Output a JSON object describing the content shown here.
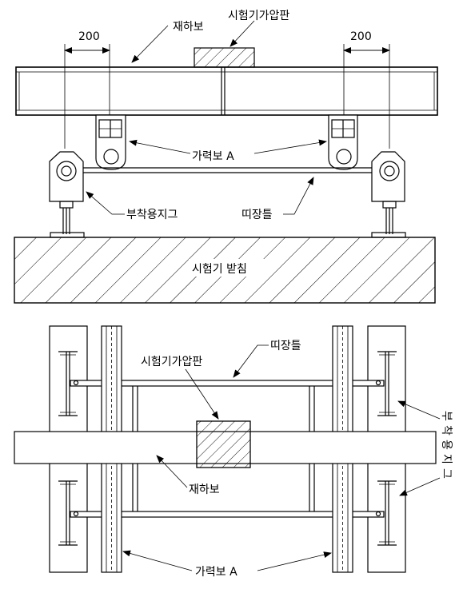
{
  "labels": {
    "top_load_beam": "재하보",
    "top_press_plate": "시험기가압판",
    "top_dim_left": "200",
    "top_dim_right": "200",
    "top_beam_a": "가력보 A",
    "top_jig": "부착용지그",
    "top_strip": "띠장틀",
    "top_base": "시험기 받침",
    "bottom_press_plate": "시험기가압판",
    "bottom_strip": "띠장틀",
    "bottom_jig_chars": [
      "부",
      "착",
      "용",
      "지",
      "그"
    ],
    "bottom_load_beam": "재하보",
    "bottom_beam_a": "가력보 A"
  }
}
